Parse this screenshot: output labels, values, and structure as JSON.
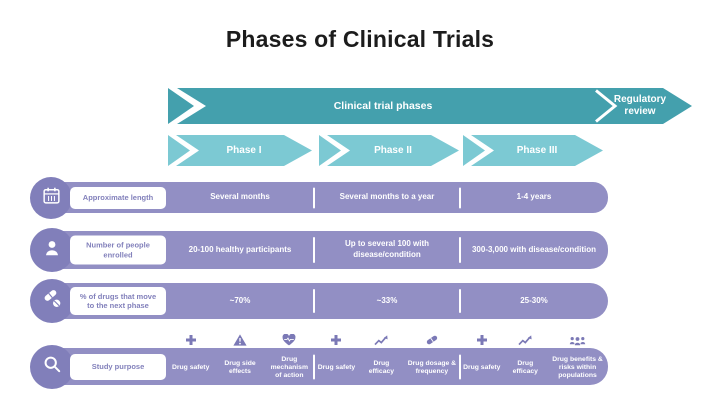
{
  "title": "Phases of Clinical Trials",
  "colors": {
    "teal": "#44a0ad",
    "teal_light": "#7cc9d3",
    "purple": "#928fc4",
    "purple_dark": "#817fba",
    "purple_text": "#8280bb",
    "icon_purple": "#7b79b6",
    "title_color": "#1c1c1c"
  },
  "banner": {
    "label": "Clinical trial phases",
    "right_label": "Regulatory review"
  },
  "phases": [
    {
      "label": "Phase I"
    },
    {
      "label": "Phase II"
    },
    {
      "label": "Phase III"
    }
  ],
  "rows": [
    {
      "icon": "calendar-icon",
      "label": "Approximate length",
      "cells": [
        "Several months",
        "Several months to a year",
        "1-4 years"
      ]
    },
    {
      "icon": "person-icon",
      "label": "Number of people enrolled",
      "cells": [
        "20-100 healthy participants",
        "Up to several 100 with disease/condition",
        "300-3,000 with disease/condition"
      ]
    },
    {
      "icon": "pills-icon",
      "label": "% of drugs that move to the next phase",
      "cells": [
        "~70%",
        "~33%",
        "25-30%"
      ]
    }
  ],
  "study_purpose": {
    "icon": "magnifier-icon",
    "label": "Study purpose",
    "groups": [
      {
        "items": [
          {
            "icon": "plus-icon",
            "label": "Drug safety"
          },
          {
            "icon": "warning-icon",
            "label": "Drug side effects"
          },
          {
            "icon": "heart-pulse-icon",
            "label": "Drug mechanism of action"
          }
        ]
      },
      {
        "items": [
          {
            "icon": "plus-icon",
            "label": "Drug safety"
          },
          {
            "icon": "trend-icon",
            "label": "Drug efficacy"
          },
          {
            "icon": "capsule-icon",
            "label": "Drug dosage & frequency"
          }
        ]
      },
      {
        "items": [
          {
            "icon": "plus-icon",
            "label": "Drug safety"
          },
          {
            "icon": "trend-icon",
            "label": "Drug efficacy"
          },
          {
            "icon": "people-icon",
            "label": "Drug benefits & risks within populations"
          }
        ]
      }
    ]
  }
}
